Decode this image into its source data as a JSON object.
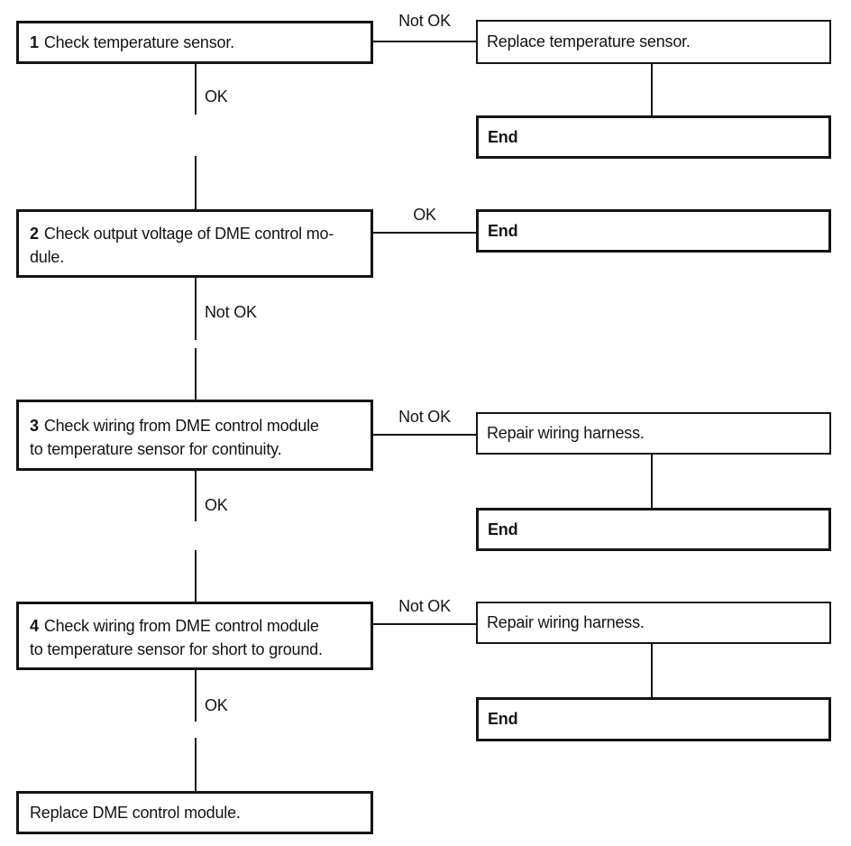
{
  "flowchart": {
    "steps": [
      {
        "number": "1",
        "line1": "Check temperature sensor.",
        "line2": ""
      },
      {
        "number": "2",
        "line1": "Check output voltage of DME control mo-",
        "line2": "dule."
      },
      {
        "number": "3",
        "line1": "Check wiring from DME control module",
        "line2": "to temperature sensor for continuity."
      },
      {
        "number": "4",
        "line1": "Check wiring from DME control module",
        "line2": "to temperature sensor for short to ground."
      }
    ],
    "actions": {
      "replace_temp_sensor": "Replace temperature sensor.",
      "repair_wiring": "Repair wiring harness.",
      "replace_dme": "Replace DME control module."
    },
    "labels": {
      "ok": "OK",
      "not_ok": "Not OK",
      "end": "End"
    },
    "colors": {
      "line": "#141414",
      "background": "#ffffff",
      "text": "#141414"
    }
  }
}
